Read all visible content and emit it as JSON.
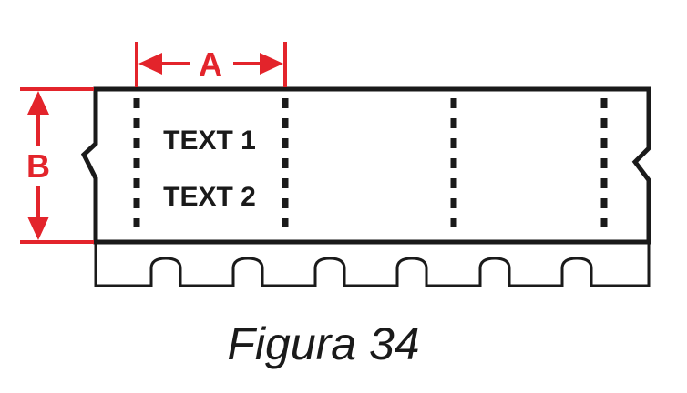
{
  "diagram": {
    "dimension_a_label": "A",
    "dimension_b_label": "B",
    "text_line_1": "TEXT 1",
    "text_line_2": "TEXT 2",
    "caption": "Figura 34"
  },
  "colors": {
    "dimension": "#e3242b",
    "outline": "#1a1a1a",
    "caption": "#1a1a1a"
  }
}
